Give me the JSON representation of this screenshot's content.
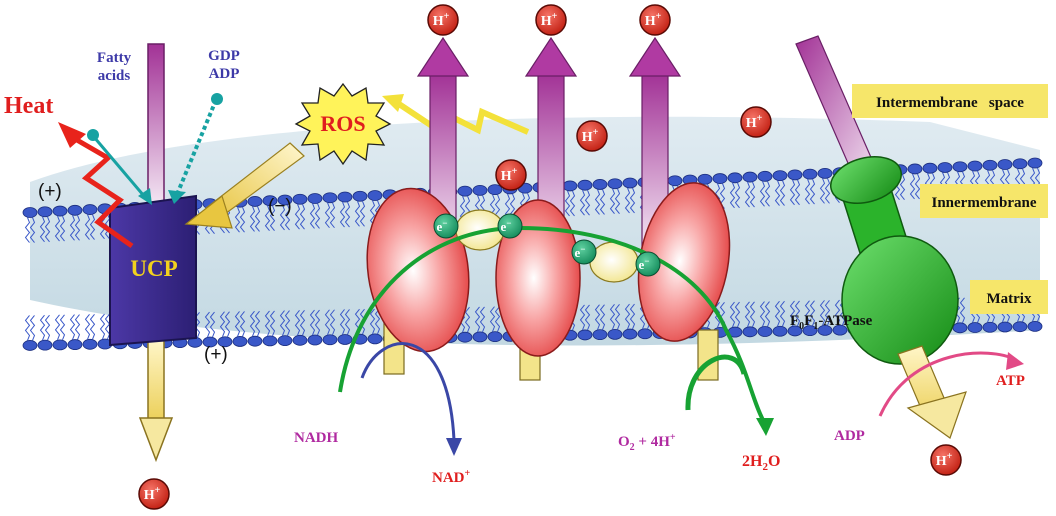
{
  "proton": {
    "label": "H",
    "charge": "+"
  },
  "electron": {
    "label": "e",
    "charge": "−"
  },
  "ucp": {
    "label": "UCP"
  },
  "ros": {
    "label": "ROS"
  },
  "heat": {
    "label": "Heat"
  },
  "fatty_acids": {
    "line1": "Fatty",
    "line2": "acids"
  },
  "gdp_adp": {
    "line1": "GDP",
    "line2": "ADP"
  },
  "signs": {
    "plus_left": "(+)",
    "minus": "(−)",
    "plus_bottom": "(+)"
  },
  "regions": {
    "intermembrane": "Intermembrane   space",
    "innermembrane": "Innermembrane",
    "matrix": "Matrix"
  },
  "atpase": {
    "f0": "F",
    "sub0": "0",
    "f1": "F",
    "sub1": "1",
    "rest": "-ATPase"
  },
  "nadh": "NADH",
  "nad": {
    "base": "NAD",
    "sup": "+"
  },
  "oxygen": {
    "o": "O",
    "sub": "2",
    "mid": " + 4H",
    "sup": "+"
  },
  "water": {
    "pre": "2H",
    "sub": "2",
    "post": "O"
  },
  "adp": "ADP",
  "atp": "ATP",
  "colors": {
    "proton_fill": "#d42a1c",
    "complex_fill": "#ec5a5a",
    "ucp_fill": "#3a2a8c",
    "atpase_fill": "#2bb32b",
    "label_box": "#f6e66a",
    "lipid_head": "#3a58c8",
    "membrane_band": "#cfe2ea"
  }
}
